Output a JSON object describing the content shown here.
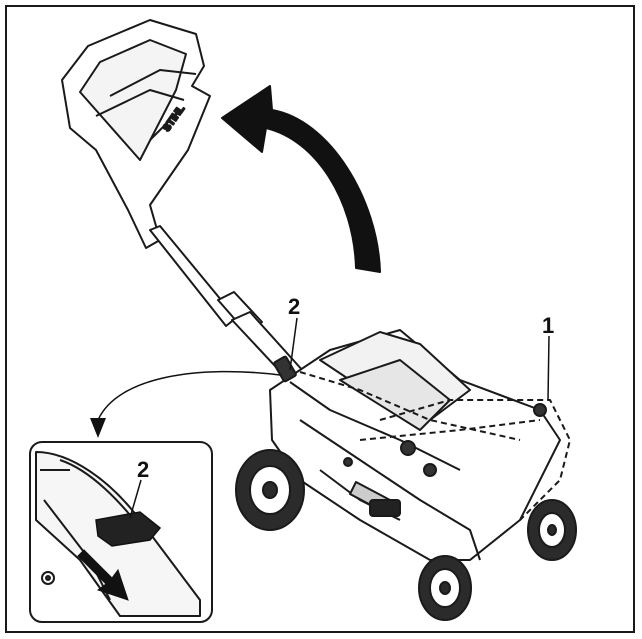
{
  "diagram": {
    "callouts": {
      "label_1": "1",
      "label_2_main": "2",
      "label_2_inset": "2"
    },
    "icons": [
      "mower-illustration",
      "handle-fold-arrow",
      "curved-pointer-arrow",
      "push-direction-arrow",
      "release-lever-icon"
    ],
    "colors": {
      "line": "#1a1a1a",
      "arrow": "#111111",
      "background": "#ffffff"
    }
  }
}
